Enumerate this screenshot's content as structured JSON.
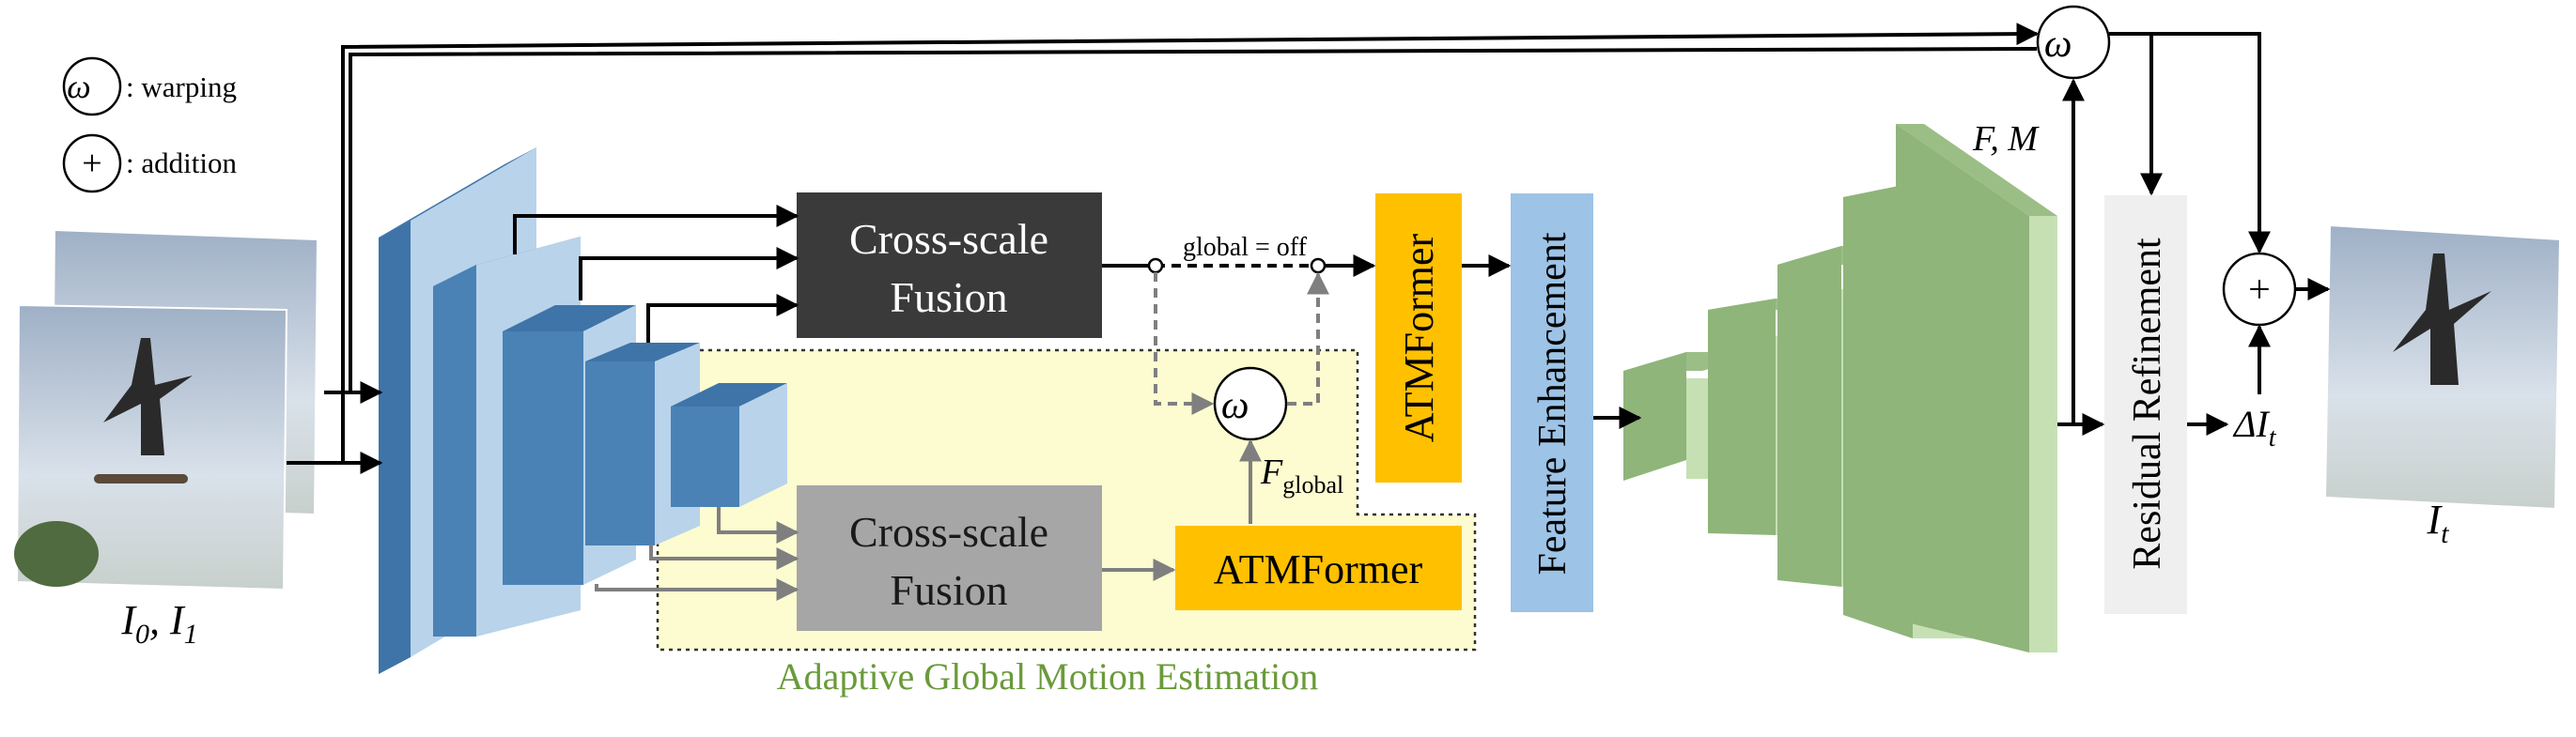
{
  "legend": {
    "warp_symbol": "ω⃖",
    "warp_label": ": warping",
    "add_symbol": "+",
    "add_label": ": addition"
  },
  "inputs": {
    "label_main": "I",
    "sub0": "0",
    "sep": ", ",
    "sub1": "1",
    "label_prefix": "I"
  },
  "output": {
    "label": "I",
    "sub": "t"
  },
  "blocks": {
    "cross_scale_fusion_top": [
      "Cross-scale",
      "Fusion"
    ],
    "cross_scale_fusion_bottom": [
      "Cross-scale",
      "Fusion"
    ],
    "atmformer_vertical": "ATMFormer",
    "atmformer_horizontal": "ATMFormer",
    "feature_enhancement": "Feature Enhancement",
    "residual_refinement": "Residual Refinement"
  },
  "annotations": {
    "global_off": "global = off",
    "f_global_main": "F",
    "f_global_sub": "global",
    "f_m": "F, M",
    "delta_i_main": "ΔI",
    "delta_i_sub": "t"
  },
  "region_title": "Adaptive Global Motion Estimation",
  "colors": {
    "encoder_dark": "#3E74A8",
    "encoder_light": "#B9D3EA",
    "fusion_dark": "#3A3A3A",
    "fusion_gray": "#A6A6A6",
    "atmformer": "#FFC000",
    "feature_enh": "#9DC3E6",
    "residual": "#EFEFEF",
    "decoder_dark": "#8FB57A",
    "decoder_light": "#C6E0B4",
    "amge_bg": "#FDFBD0",
    "amge_title": "#6A9A3A"
  }
}
